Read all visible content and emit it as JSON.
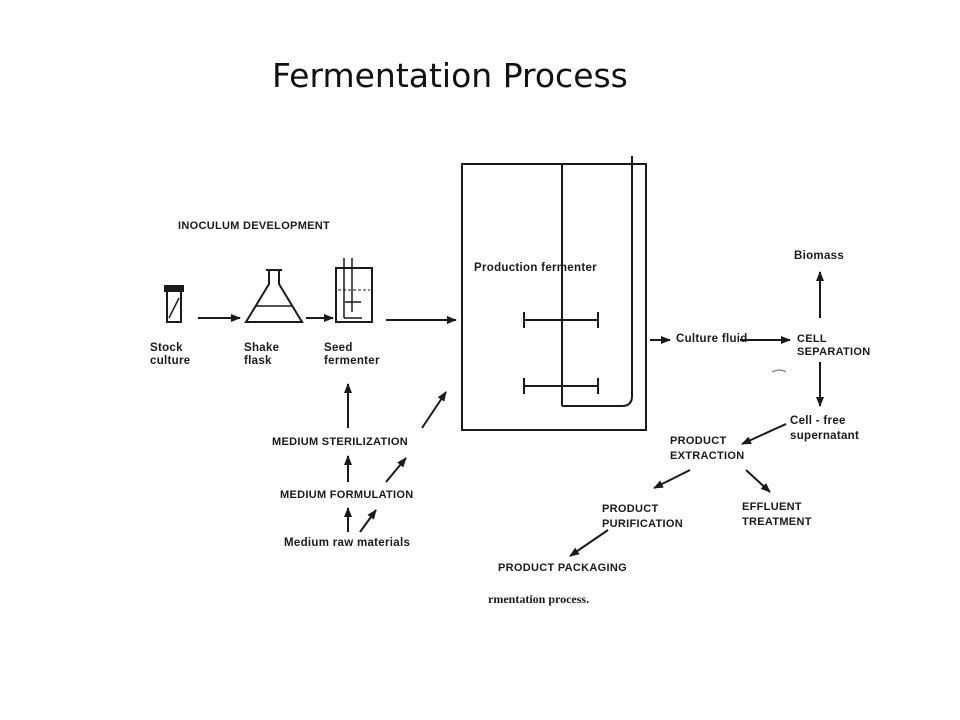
{
  "title": "Fermentation Process",
  "caption": "rmentation process.",
  "labels": {
    "inoculum_development": "INOCULUM DEVELOPMENT",
    "stock_culture": [
      "Stock",
      "culture"
    ],
    "shake_flask": [
      "Shake",
      "flask"
    ],
    "seed_fermenter": [
      "Seed",
      "fermenter"
    ],
    "production_fermenter": "Production fermenter",
    "culture_fluid": "Culture fluid",
    "cell_separation": [
      "CELL",
      "SEPARATION"
    ],
    "biomass": "Biomass",
    "cell_free_supernatant": [
      "Cell - free",
      "supernatant"
    ],
    "product_extraction": [
      "PRODUCT",
      "EXTRACTION"
    ],
    "product_purification": [
      "PRODUCT",
      "PURIFICATION"
    ],
    "effluent_treatment": [
      "EFFLUENT",
      "TREATMENT"
    ],
    "product_packaging": "PRODUCT PACKAGING",
    "medium_sterilization": "MEDIUM STERILIZATION",
    "medium_formulation": "MEDIUM FORMULATION",
    "medium_raw_materials": "Medium raw materials"
  },
  "colors": {
    "ink": "#1a1a1a"
  }
}
